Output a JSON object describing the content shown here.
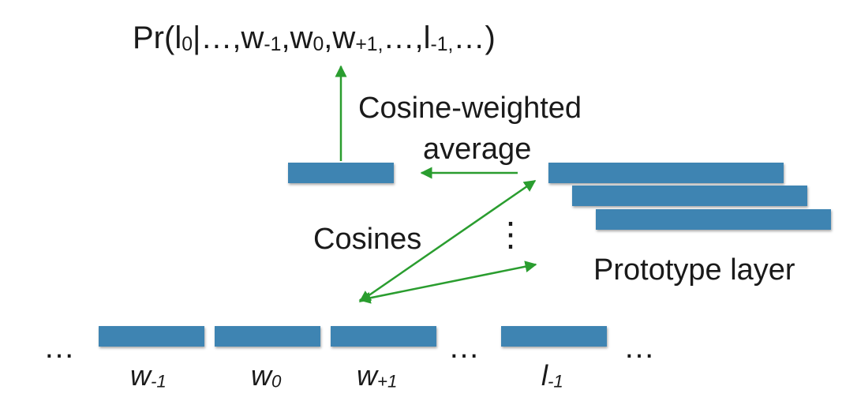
{
  "colors": {
    "box": "#3e84b2",
    "arrow": "#2a9d2f",
    "text": "#1a1a1a"
  },
  "formula": {
    "prefix": "Pr(",
    "l": "l",
    "l_sub": "0",
    "mid1": "|…,",
    "w1": "w",
    "w1_sub": "-1",
    "comma1": ",",
    "w2": "w",
    "w2_sub": "0",
    "comma2": ",",
    "w3": "w",
    "w3_sub": "+1,",
    "mid2": "…,",
    "l2": "l",
    "l2_sub": "-1,",
    "suffix": "…)"
  },
  "labels": {
    "cosine_weighted": "Cosine-weighted",
    "average": "average",
    "cosines": "Cosines",
    "vdots": "⋮",
    "prototype_layer": "Prototype layer"
  },
  "ellipses": [
    "…",
    "…",
    "…"
  ],
  "input_words": [
    {
      "base": "w",
      "sub": "-1"
    },
    {
      "base": "w",
      "sub": "0"
    },
    {
      "base": "w",
      "sub": "+1"
    },
    {
      "base": "l",
      "sub": "-1"
    }
  ]
}
